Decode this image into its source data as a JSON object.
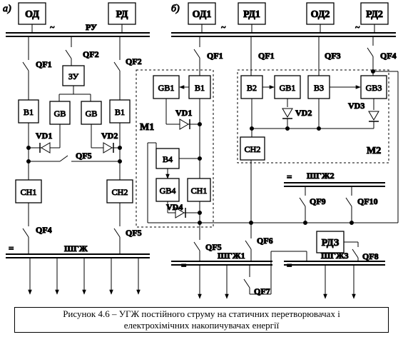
{
  "diagram": {
    "section_a": "а)",
    "section_b": "б)",
    "bus_ru": "РУ",
    "tilde": "~",
    "eq": "=",
    "bus_a": "ШГЖ",
    "bus_b1": "ШГЖ1",
    "bus_b2": "ШГЖ2",
    "bus_b3": "ШГЖ3",
    "a": {
      "od": "ОД",
      "rd": "РД",
      "zu": "ЗУ",
      "b1": "В1",
      "gb": "GB",
      "vd1": "VD1",
      "vd2": "VD2",
      "ch1": "СН1",
      "ch2": "СН2",
      "qf1": "QF1",
      "qf2": "QF2",
      "qf4": "QF4",
      "qf5": "QF5"
    },
    "b": {
      "od1": "ОД1",
      "rd1": "РД1",
      "od2": "ОД2",
      "rd2": "РД2",
      "rd3": "РДЗ",
      "gb1": "GB1",
      "b1": "В1",
      "vd1": "VD1",
      "b4": "В4",
      "gb4": "GB4",
      "vd4": "VD4",
      "ch1": "СН1",
      "b2": "В2",
      "b3": "В3",
      "gb3": "GB3",
      "vd2": "VD2",
      "vd3": "VD3",
      "ch2": "СН2",
      "m1": "М1",
      "m2": "М2",
      "qf1": "QF1",
      "qf3": "QF3",
      "qf4": "QF4",
      "qf5": "QF5",
      "qf6": "QF6",
      "qf7": "QF7",
      "qf8": "QF8",
      "qf9": "QF9",
      "qf10": "QF10"
    }
  },
  "caption": {
    "line1": "Рисунок 4.6 – УГЖ постійного струму на статичних перетворювачах і",
    "line2": "електрохімічних накопичувачах енергії"
  }
}
